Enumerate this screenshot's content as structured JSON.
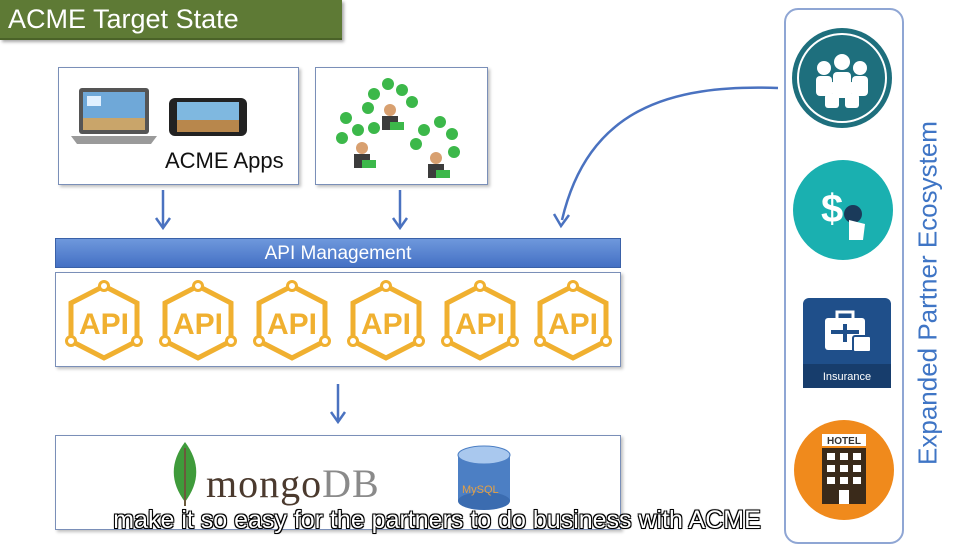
{
  "title": "ACME Target State",
  "apps_label": "ACME Apps",
  "api_management_label": "API Management",
  "api_labels": [
    "API",
    "API",
    "API",
    "API",
    "API",
    "API"
  ],
  "mongodb": {
    "part1": "mongo",
    "part2": "DB"
  },
  "mysql_label": "MySQL",
  "ecosystem_label": "Expanded Partner Ecosystem",
  "insurance_label": "Insurance",
  "hotel_label": "HOTEL",
  "caption": "make it so easy for the partners to do business with ACME",
  "colors": {
    "title_bg": "#5e7a35",
    "api_bar": "#4f7bd0",
    "api_hex": "#f0b030",
    "arrow": "#4a72c0",
    "ecosystem_text": "#3f75c5",
    "group_icon": "#1e6f7d",
    "dollar_icon": "#1ab0b0",
    "insurance_icon": "#1f4f8a",
    "hotel_icon": "#f08a1c"
  },
  "icons": [
    "laptop-icon",
    "phone-icon",
    "partner-network-icon",
    "mongodb-leaf-icon",
    "mysql-database-icon",
    "group-icon",
    "dollar-touch-icon",
    "insurance-icon",
    "hotel-icon"
  ]
}
